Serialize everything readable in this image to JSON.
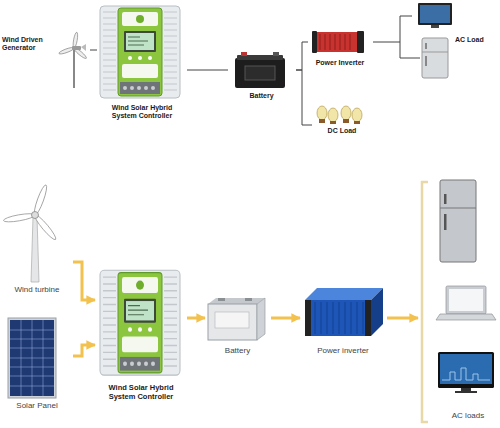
{
  "diagram": {
    "nodes": [
      {
        "text": [
          "Wind Driven Generator"
        ]
      },
      {
        "text": [
          "Wind Solar Hybrid System Controller"
        ]
      },
      {
        "text": [
          "Battery"
        ]
      },
      {
        "text": [
          "Power Inverter"
        ]
      },
      {
        "text": [
          "AC Load"
        ]
      },
      {
        "text": [
          "DC Load"
        ]
      },
      {
        "text": [
          "Wind turbine"
        ]
      },
      {
        "text": [
          "Solar Panel"
        ]
      },
      {
        "text": [
          "Wind Solar Hybrid System Controller"
        ]
      },
      {
        "text": [
          "Battery"
        ]
      },
      {
        "text": [
          "Power inverter"
        ]
      },
      {
        "text": [
          "AC loads"
        ]
      }
    ],
    "edges": [
      {
        "from": 0,
        "to": 1,
        "arrow": "none"
      },
      {
        "from": 1,
        "to": 2,
        "arrow": "none"
      },
      {
        "from": 2,
        "to": 3,
        "arrow": "none"
      },
      {
        "from": 3,
        "to": 4,
        "arrow": "none"
      },
      {
        "from": 2,
        "to": 5,
        "arrow": "none"
      },
      {
        "from": 6,
        "to": 8,
        "arrow": "to"
      },
      {
        "from": 7,
        "to": 8,
        "arrow": "to"
      },
      {
        "from": 8,
        "to": 9,
        "arrow": "to"
      },
      {
        "from": 9,
        "to": 10,
        "arrow": "to"
      },
      {
        "from": 10,
        "to": 11,
        "arrow": "to"
      }
    ]
  }
}
